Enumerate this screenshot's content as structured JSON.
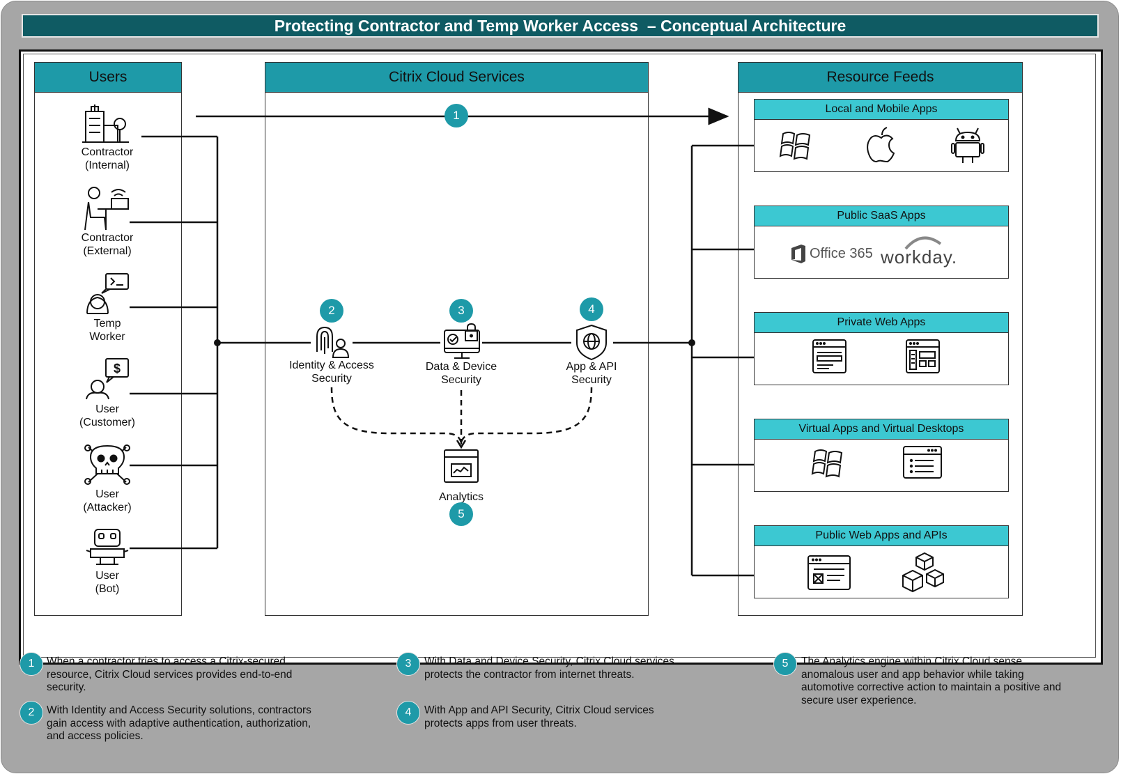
{
  "title": "Protecting Contractor and Temp Worker Access  – Conceptual Architecture",
  "panels": {
    "users": "Users",
    "citrix": "Citrix Cloud Services",
    "resources": "Resource Feeds"
  },
  "users": [
    {
      "line1": "Contractor",
      "line2": "(Internal)",
      "icon": "office-building-icon"
    },
    {
      "line1": "Contractor",
      "line2": "(External)",
      "icon": "remote-worker-icon"
    },
    {
      "line1": "Temp",
      "line2": "Worker",
      "icon": "temp-worker-icon"
    },
    {
      "line1": "User",
      "line2": "(Customer)",
      "icon": "customer-icon"
    },
    {
      "line1": "User",
      "line2": "(Attacker)",
      "icon": "skull-crossbones-icon"
    },
    {
      "line1": "User",
      "line2": "(Bot)",
      "icon": "robot-icon"
    }
  ],
  "services": [
    {
      "num": "2",
      "line1": "Identity & Access",
      "line2": "Security",
      "icon": "fingerprint-user-icon"
    },
    {
      "num": "3",
      "line1": "Data & Device",
      "line2": "Security",
      "icon": "monitor-lock-icon"
    },
    {
      "num": "4",
      "line1": "App & API",
      "line2": "Security",
      "icon": "shield-globe-icon"
    },
    {
      "num": "5",
      "line1": "Analytics",
      "icon": "analytics-window-icon"
    }
  ],
  "flow_badge": "1",
  "resources": [
    {
      "title": "Local and Mobile Apps",
      "icons": [
        "windows-icon",
        "apple-icon",
        "android-icon"
      ]
    },
    {
      "title": "Public SaaS Apps",
      "logos": [
        "Office 365",
        "workday."
      ]
    },
    {
      "title": "Private Web Apps",
      "icons": [
        "web-page-icon",
        "web-dashboard-icon"
      ]
    },
    {
      "title": "Virtual Apps and Virtual Desktops",
      "icons": [
        "windows-icon",
        "list-window-icon"
      ]
    },
    {
      "title": "Public Web Apps and APIs",
      "icons": [
        "web-form-icon",
        "cubes-icon"
      ]
    }
  ],
  "notes": [
    {
      "num": "1",
      "text": "When a contractor tries to access a Citrix-secured resource, Citrix Cloud services provides end-to-end security."
    },
    {
      "num": "2",
      "text": "With Identity and Access Security solutions, contractors gain access with adaptive authentication, authorization, and access policies."
    },
    {
      "num": "3",
      "text": "With Data and Device Security, Citrix Cloud services protects the contractor from internet threats."
    },
    {
      "num": "4",
      "text": "With App and API Security, Citrix Cloud services protects apps from user threats."
    },
    {
      "num": "5",
      "text": "The Analytics engine within Citrix Cloud sense anomalous user and app behavior while taking automotive corrective action to maintain a positive and secure user experience."
    }
  ],
  "colors": {
    "teal_dark": "#0f5b63",
    "teal": "#1e9aa8",
    "teal_light": "#3cc8d2",
    "frame_gray": "#a6a6a6"
  }
}
